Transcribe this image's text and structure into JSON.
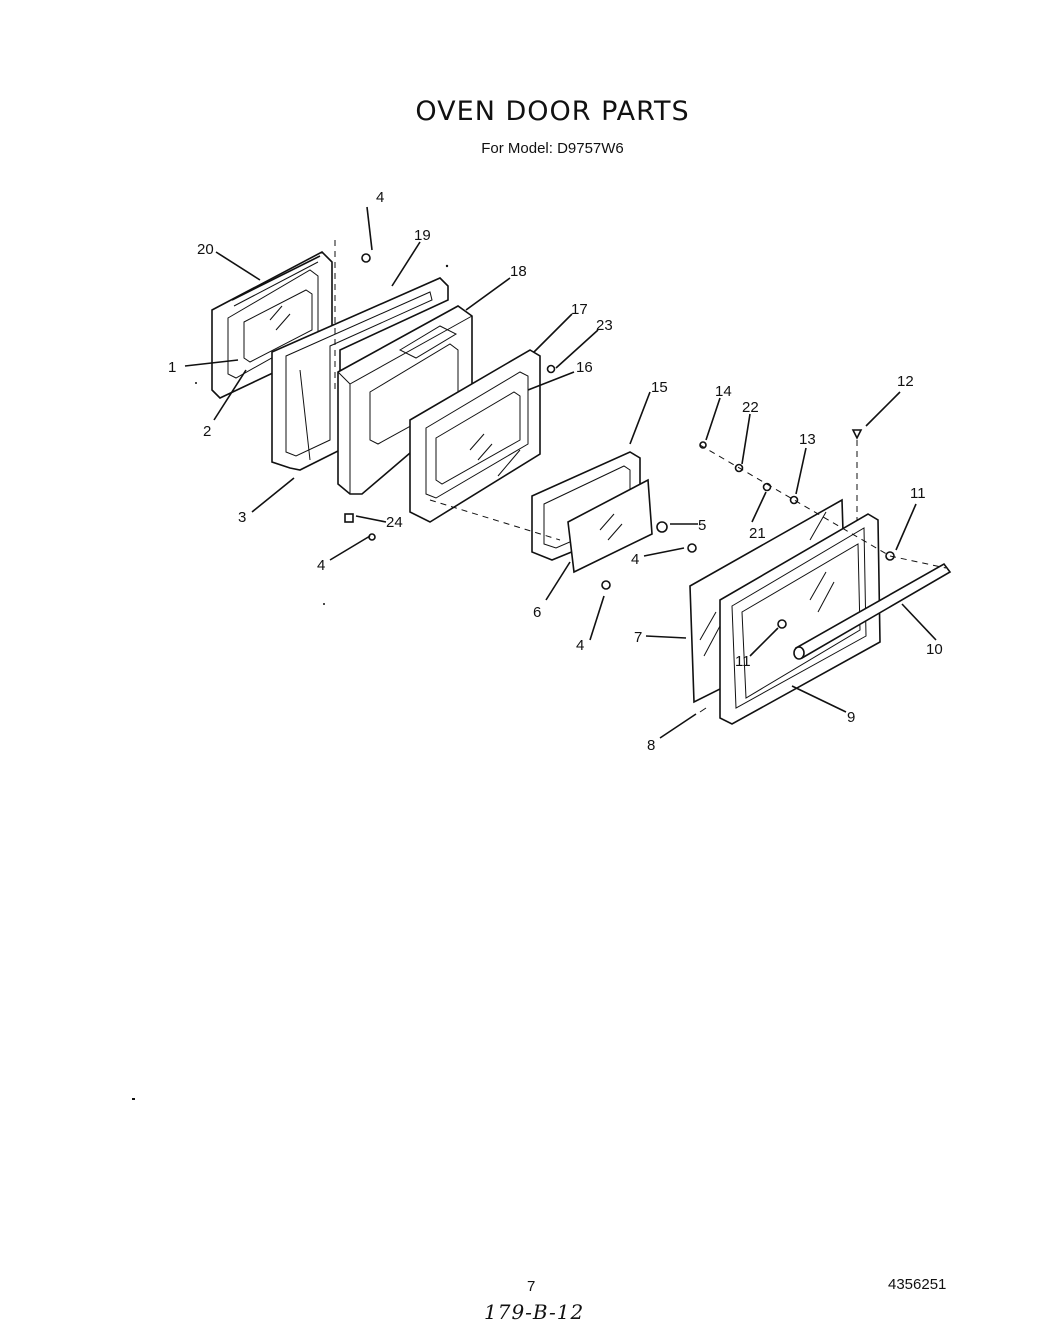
{
  "header": {
    "title": "OVEN DOOR PARTS",
    "subtitle": "For Model: D9757W6"
  },
  "callouts": [
    "1",
    "2",
    "3",
    "4",
    "4",
    "4",
    "4",
    "5",
    "6",
    "7",
    "8",
    "9",
    "10",
    "11",
    "11",
    "12",
    "13",
    "14",
    "15",
    "16",
    "17",
    "18",
    "19",
    "20",
    "21",
    "22",
    "23",
    "24"
  ],
  "footer": {
    "page_number": "7",
    "document_number": "4356251",
    "handwritten_note": "179-B-12"
  }
}
